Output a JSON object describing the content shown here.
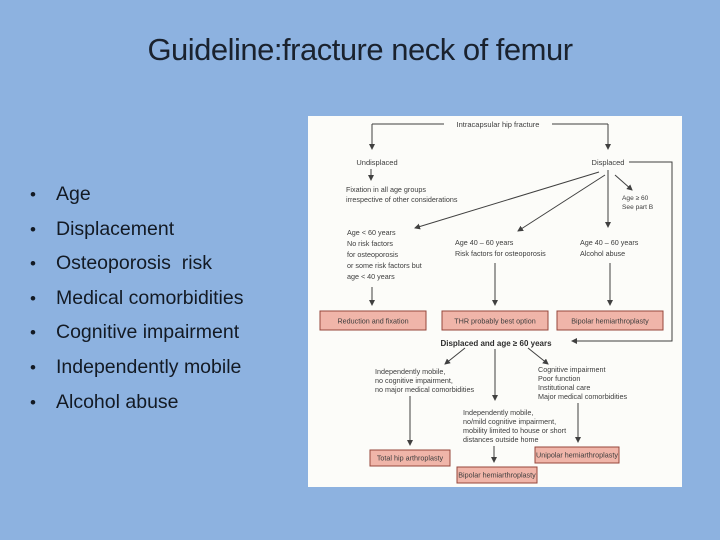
{
  "slide": {
    "title": "Guideline:fracture neck of femur"
  },
  "bullets": [
    "Age",
    "Displacement",
    "Osteoporosis  risk",
    "Medical comorbidities",
    "Cognitive impairment",
    "Independently mobile",
    "Alcohol abuse"
  ],
  "colors": {
    "background": "#8db2e0",
    "panel": "#fcfcf9",
    "outcome_box_fill": "#f0b5a9",
    "outcome_box_border": "#96463c",
    "line": "#404040",
    "title_text": "#1a222e"
  },
  "flowchart": {
    "root": "Intracapsular hip fracture",
    "undisplaced": "Undisplaced",
    "displaced": "Displaced",
    "fixation_note": [
      "Fixation in all age groups",
      "irrespective of other considerations"
    ],
    "see_part_b": [
      "Age ≥ 60",
      "See part B"
    ],
    "branch_left": [
      "Age < 60 years",
      "No risk factors",
      "for osteoporosis",
      "or some risk factors but",
      "age < 40 years"
    ],
    "branch_mid": [
      "Age 40 – 60 years",
      "Risk factors for osteoporosis"
    ],
    "branch_right": [
      "Age 40 – 60 years",
      "Alcohol abuse"
    ],
    "outcome_reduction": "Reduction and fixation",
    "outcome_thr": "THR probably best option",
    "outcome_bipolar_top": "Bipolar hemiarthroplasty",
    "displaced_60_header": "Displaced and age  ≥ 60 years",
    "profile_left": [
      "Independently mobile,",
      "no cognitive impairment,",
      "no major medical comorbidities"
    ],
    "profile_mid": [
      "Independently mobile,",
      "no/mild cognitive impairment,",
      "mobility limited to house or short",
      "distances outside home"
    ],
    "profile_right": [
      "Cognitive impairment",
      "Poor function",
      "Institutional care",
      "Major medical comorbidities"
    ],
    "outcome_tha": "Total hip arthroplasty",
    "outcome_bipolar_bottom": "Bipolar hemiarthroplasty",
    "outcome_unipolar": "Unipolar hemiarthroplasty"
  }
}
